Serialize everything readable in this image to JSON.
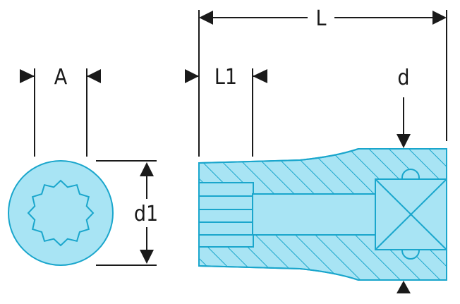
{
  "labels": {
    "L": "L",
    "L1": "L1",
    "A": "A",
    "d": "d",
    "d1": "d1"
  },
  "colors": {
    "fill": "#a8e4f4",
    "outline": "#1aa6cc",
    "hatch": "#1aa6cc",
    "dimension": "#1a1a1a"
  }
}
